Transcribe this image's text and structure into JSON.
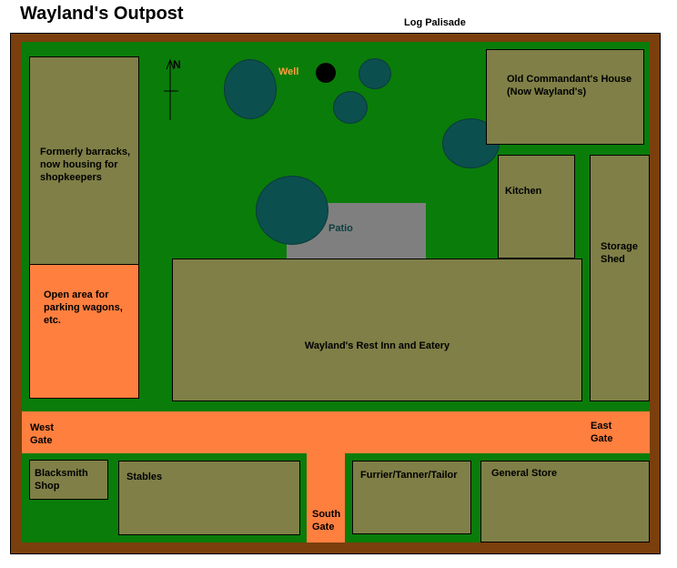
{
  "title": "Wayland's Outpost",
  "palisade_label": "Log Palisade",
  "compass_label": "N",
  "well_label": "Well",
  "patio_label": "Patio",
  "buildings": {
    "barracks": "Formerly barracks, now housing for shopkeepers",
    "parking": "Open area for parking wagons, etc.",
    "commandant": "Old Commandant's House (Now Wayland's)",
    "kitchen": "Kitchen",
    "storage": "Storage Shed",
    "inn": "Wayland's Rest Inn and Eatery",
    "blacksmith": "Blacksmith Shop",
    "stables": "Stables",
    "furrier": "Furrier/Tanner/Tailor",
    "general_store": "General Store"
  },
  "gates": {
    "west": "West Gate",
    "east": "East Gate",
    "south": "South Gate"
  },
  "colors": {
    "palisade": "#7a3f0c",
    "grass": "#0a7c0a",
    "road": "#ff7f3f",
    "building": "#7f7f47",
    "tree": "#0c4f4f",
    "patio": "#7f7f7f",
    "well_label": "#ff9f3f"
  }
}
